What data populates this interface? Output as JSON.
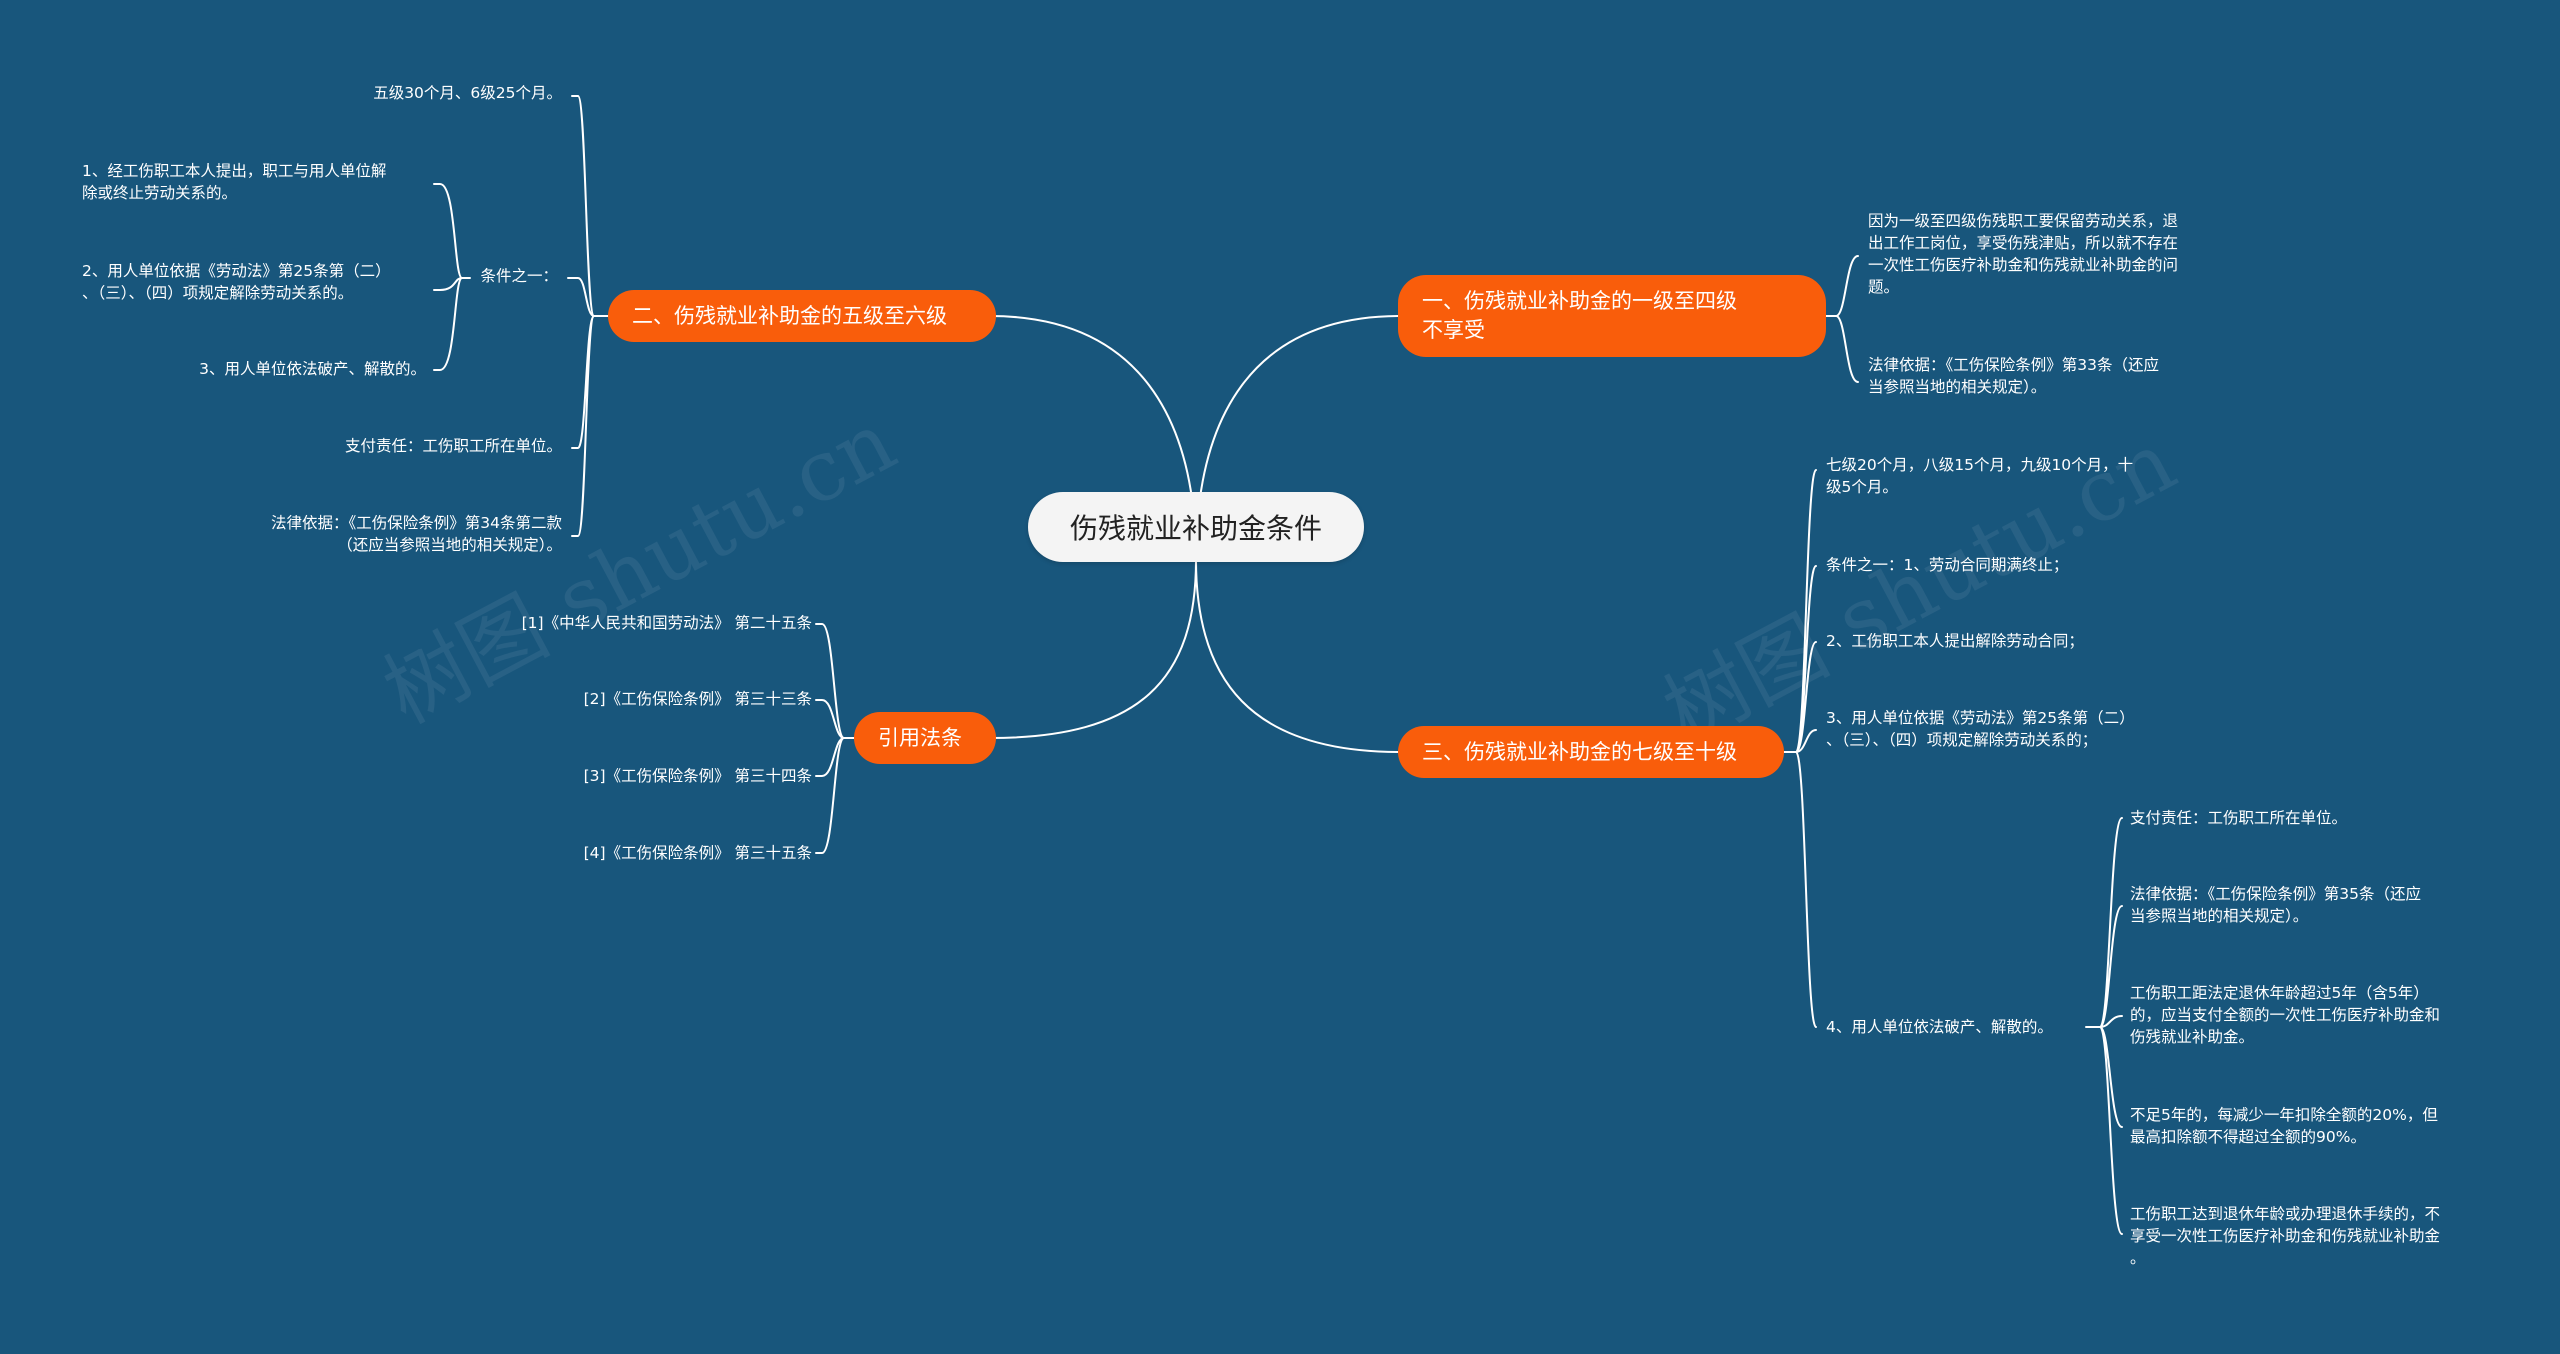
{
  "root": {
    "label": "伤残就业补助金条件"
  },
  "watermarks": [
    "树图 shutu.cn",
    "树图 shutu.cn"
  ],
  "branches": {
    "b1": {
      "label": "一、伤残就业补助金的一级至四级\n不享受",
      "items": [
        "因为一级至四级伤残职工要保留劳动关系，退\n出工作工岗位，享受伤残津贴，所以就不存在\n一次性工伤医疗补助金和伤残就业补助金的问\n题。",
        "法律依据：《工伤保险条例》第33条（还应\n当参照当地的相关规定）。"
      ]
    },
    "b2": {
      "label": "二、伤残就业补助金的五级至六级",
      "items": [
        "五级30个月、6级25个月。",
        "条件之一：",
        "支付责任：工伤职工所在单位。",
        "法律依据：《工伤保险条例》第34条第二款\n（还应当参照当地的相关规定）。"
      ],
      "conditions": [
        "1、经工伤职工本人提出，职工与用人单位解\n除或终止劳动关系的。",
        "2、用人单位依据《劳动法》第25条第（二）\n、（三）、（四）项规定解除劳动关系的。",
        "3、用人单位依法破产、解散的。"
      ]
    },
    "b3": {
      "label": "三、伤残就业补助金的七级至十级",
      "items": [
        "七级20个月，八级15个月，九级10个月，十\n级5个月。",
        "条件之一：1、劳动合同期满终止；",
        "2、工伤职工本人提出解除劳动合同；",
        "3、用人单位依据《劳动法》第25条第（二）\n、（三）、（四）项规定解除劳动关系的；",
        "4、用人单位依法破产、解散的。"
      ],
      "sub_items": [
        "支付责任：工伤职工所在单位。",
        "法律依据：《工伤保险条例》第35条（还应\n当参照当地的相关规定）。",
        "工伤职工距法定退休年龄超过5年（含5年）\n的，应当支付全额的一次性工伤医疗补助金和\n伤残就业补助金。",
        "不足5年的，每减少一年扣除全额的20%，但\n最高扣除额不得超过全额的90%。",
        "工伤职工达到退休年龄或办理退休手续的，不\n享受一次性工伤医疗补助金和伤残就业补助金\n。"
      ]
    },
    "b4": {
      "label": "引用法条",
      "items": [
        "[1]《中华人民共和国劳动法》 第二十五条",
        "[2]《工伤保险条例》 第三十三条",
        "[3]《工伤保险条例》 第三十四条",
        "[4]《工伤保险条例》 第三十五条"
      ]
    }
  },
  "colors": {
    "background": "#18567c",
    "branch": "#f95d0b",
    "root": "#f4f4f4",
    "line": "#ffffff"
  }
}
